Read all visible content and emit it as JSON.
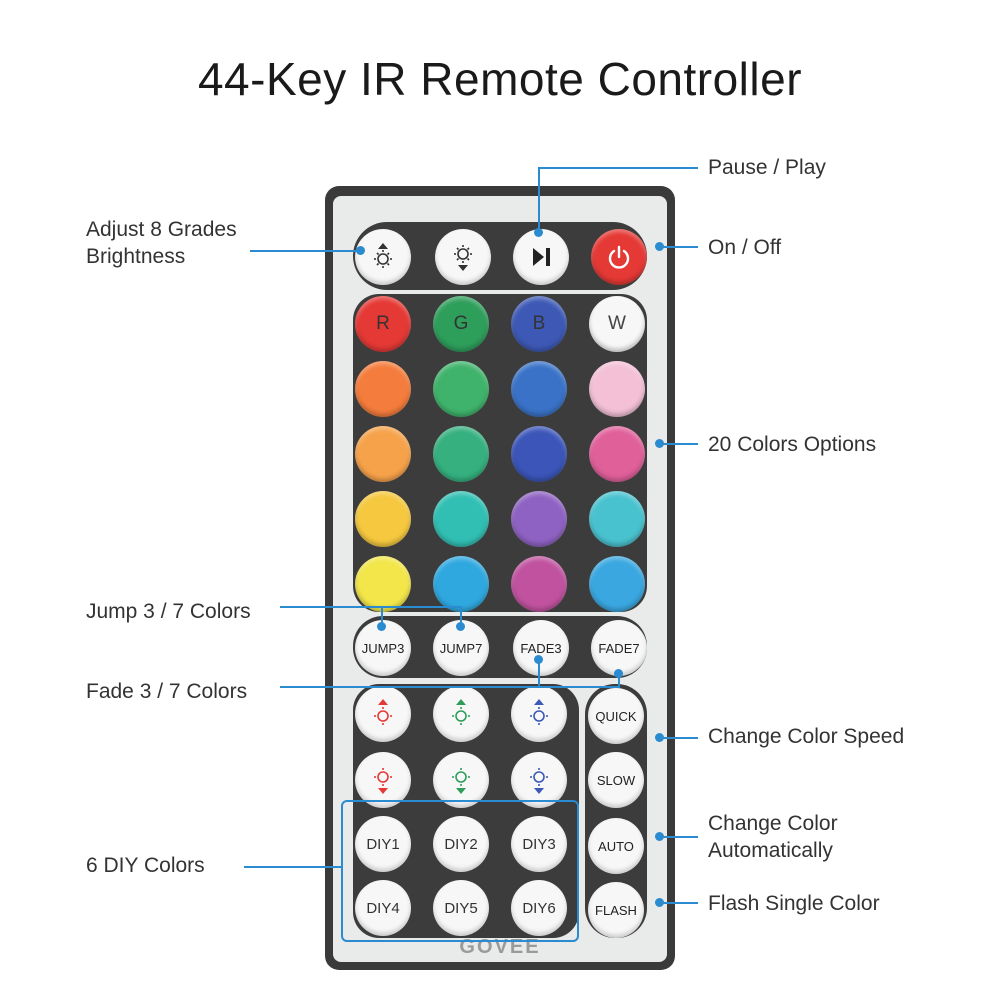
{
  "title": "44-Key IR Remote Controller",
  "brand": "GOVEE",
  "callouts": {
    "pause_play": "Pause / Play",
    "on_off": "On / Off",
    "brightness_1": "Adjust 8 Grades",
    "brightness_2": "Brightness",
    "colors": "20 Colors Options",
    "jump": "Jump 3 / 7 Colors",
    "fade": "Fade 3 / 7 Colors",
    "speed": "Change Color Speed",
    "auto_1": "Change Color",
    "auto_2": "Automatically",
    "flash": "Flash Single Color",
    "diy": "6 DIY Colors"
  },
  "buttons": {
    "r": "R",
    "g": "G",
    "b": "B",
    "w": "W",
    "jump3": "JUMP3",
    "jump7": "JUMP7",
    "fade3": "FADE3",
    "fade7": "FADE7",
    "quick": "QUICK",
    "slow": "SLOW",
    "auto": "AUTO",
    "flash": "FLASH",
    "diy1": "DIY1",
    "diy2": "DIY2",
    "diy3": "DIY3",
    "diy4": "DIY4",
    "diy5": "DIY5",
    "diy6": "DIY6"
  },
  "icons": {
    "brightness_up": "brightness-up-icon",
    "brightness_down": "brightness-down-icon",
    "play_pause": "play-pause-icon",
    "power": "power-icon"
  },
  "colors": {
    "accent": "#2a8bd0",
    "grid": [
      [
        "#e53935",
        "#2e9e5b",
        "#3d59b5",
        "#f7f7f7"
      ],
      [
        "#f47c3c",
        "#3fb36b",
        "#3a72c7",
        "#f3c0d6"
      ],
      [
        "#f6a24a",
        "#35b07e",
        "#3b55b8",
        "#e0609a"
      ],
      [
        "#f5c83f",
        "#31bfb3",
        "#8e62c2",
        "#49c2cf"
      ],
      [
        "#f2e64a",
        "#2fa8df",
        "#c0529f",
        "#3aa7e0"
      ]
    ]
  }
}
